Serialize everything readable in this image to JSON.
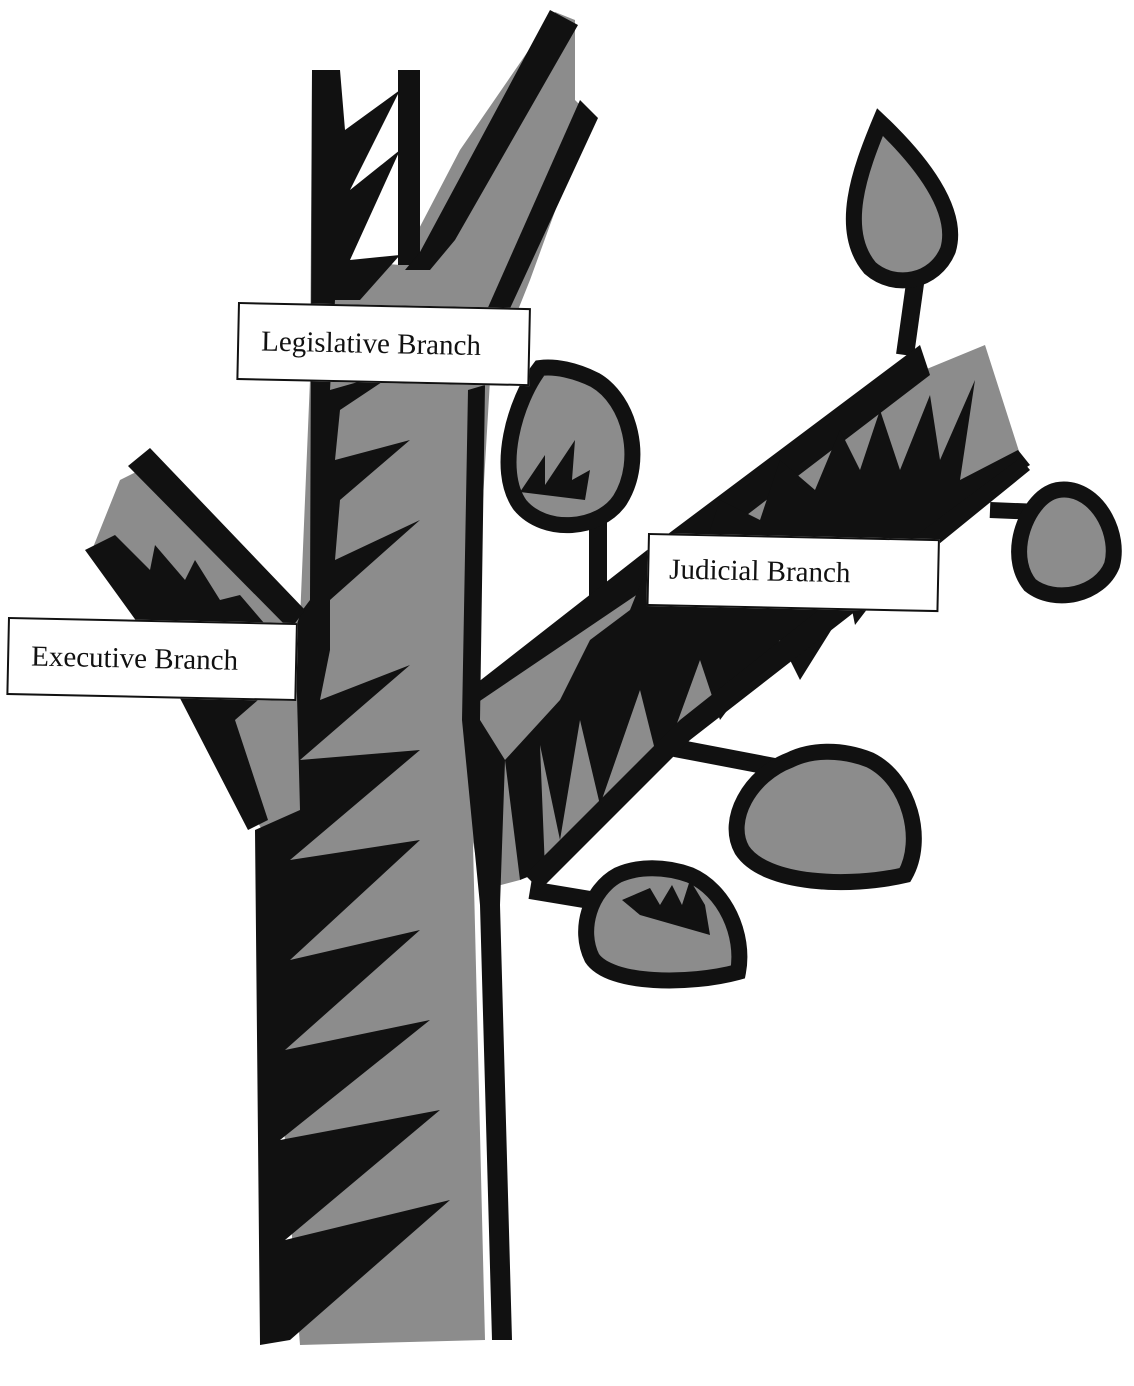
{
  "colors": {
    "outline": "#111111",
    "fill": "#8c8c8c",
    "background": "#ffffff"
  },
  "labels": {
    "legislative": "Legislative Branch",
    "judicial": "Judicial Branch",
    "executive": "Executive Branch"
  }
}
